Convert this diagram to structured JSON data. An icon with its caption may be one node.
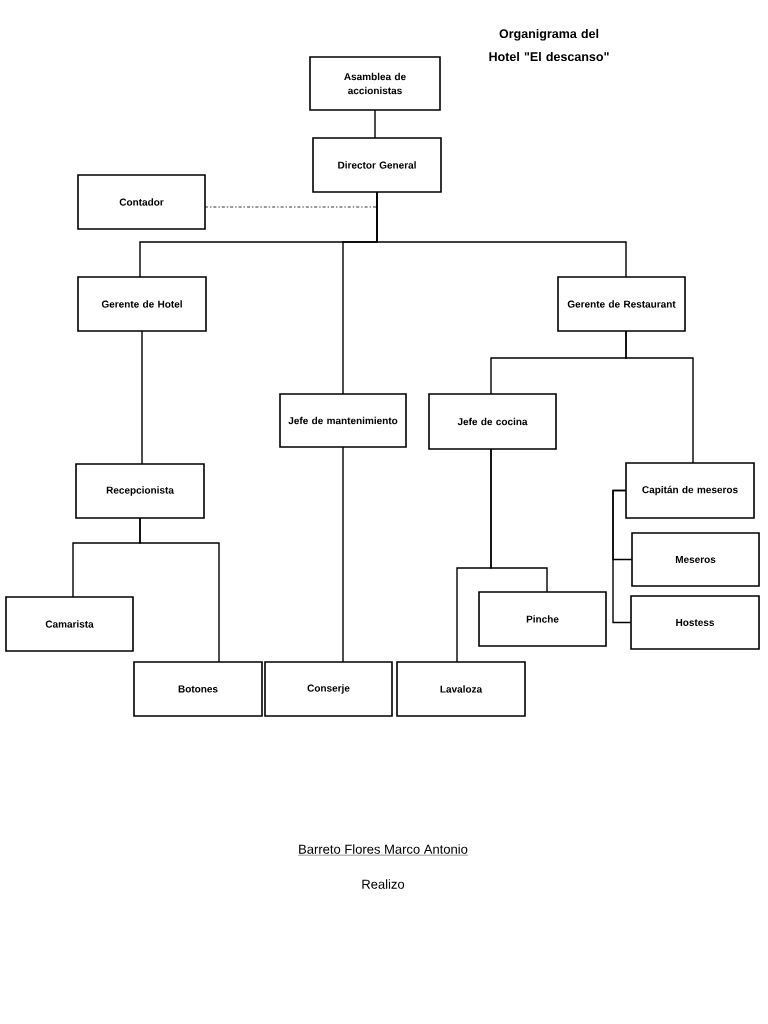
{
  "diagram": {
    "title": "Organigrama del Hotel \"El descanso\"",
    "nodes": [
      {
        "text": [
          "Asamblea de accionistas"
        ]
      },
      {
        "text": [
          "Director General"
        ]
      },
      {
        "text": [
          "Contador"
        ]
      },
      {
        "text": [
          "Gerente de Hotel"
        ]
      },
      {
        "text": [
          "Jefe de mantenimiento"
        ]
      },
      {
        "text": [
          "Gerente de Restaurant"
        ]
      },
      {
        "text": [
          "Jefe de cocina"
        ]
      },
      {
        "text": [
          "Recepcionista"
        ]
      },
      {
        "text": [
          "Capitán de meseros"
        ]
      },
      {
        "text": [
          "Meseros"
        ]
      },
      {
        "text": [
          "Hostess"
        ]
      },
      {
        "text": [
          "Camarista"
        ]
      },
      {
        "text": [
          "Pinche"
        ]
      },
      {
        "text": [
          "Botones"
        ]
      },
      {
        "text": [
          "Conserje"
        ]
      },
      {
        "text": [
          "Lavaloza"
        ]
      }
    ],
    "edges": [
      {
        "from": 0,
        "to": 1,
        "arrow": "none"
      },
      {
        "from": 2,
        "to": 1,
        "arrow": "none",
        "style": "dashed"
      },
      {
        "from": 1,
        "to": 3,
        "arrow": "none"
      },
      {
        "from": 1,
        "to": 4,
        "arrow": "none"
      },
      {
        "from": 1,
        "to": 5,
        "arrow": "none"
      },
      {
        "from": 3,
        "to": 7,
        "arrow": "none"
      },
      {
        "from": 7,
        "to": 11,
        "arrow": "none"
      },
      {
        "from": 7,
        "to": 13,
        "arrow": "none"
      },
      {
        "from": 4,
        "to": 14,
        "arrow": "none"
      },
      {
        "from": 5,
        "to": 6,
        "arrow": "none"
      },
      {
        "from": 5,
        "to": 8,
        "arrow": "none"
      },
      {
        "from": 6,
        "to": 12,
        "arrow": "none"
      },
      {
        "from": 6,
        "to": 15,
        "arrow": "none"
      },
      {
        "from": 8,
        "to": 9,
        "arrow": "none"
      },
      {
        "from": 8,
        "to": 10,
        "arrow": "none"
      }
    ],
    "labels": [
      "Barreto Flores Marco Antonio",
      "Realizo"
    ]
  }
}
